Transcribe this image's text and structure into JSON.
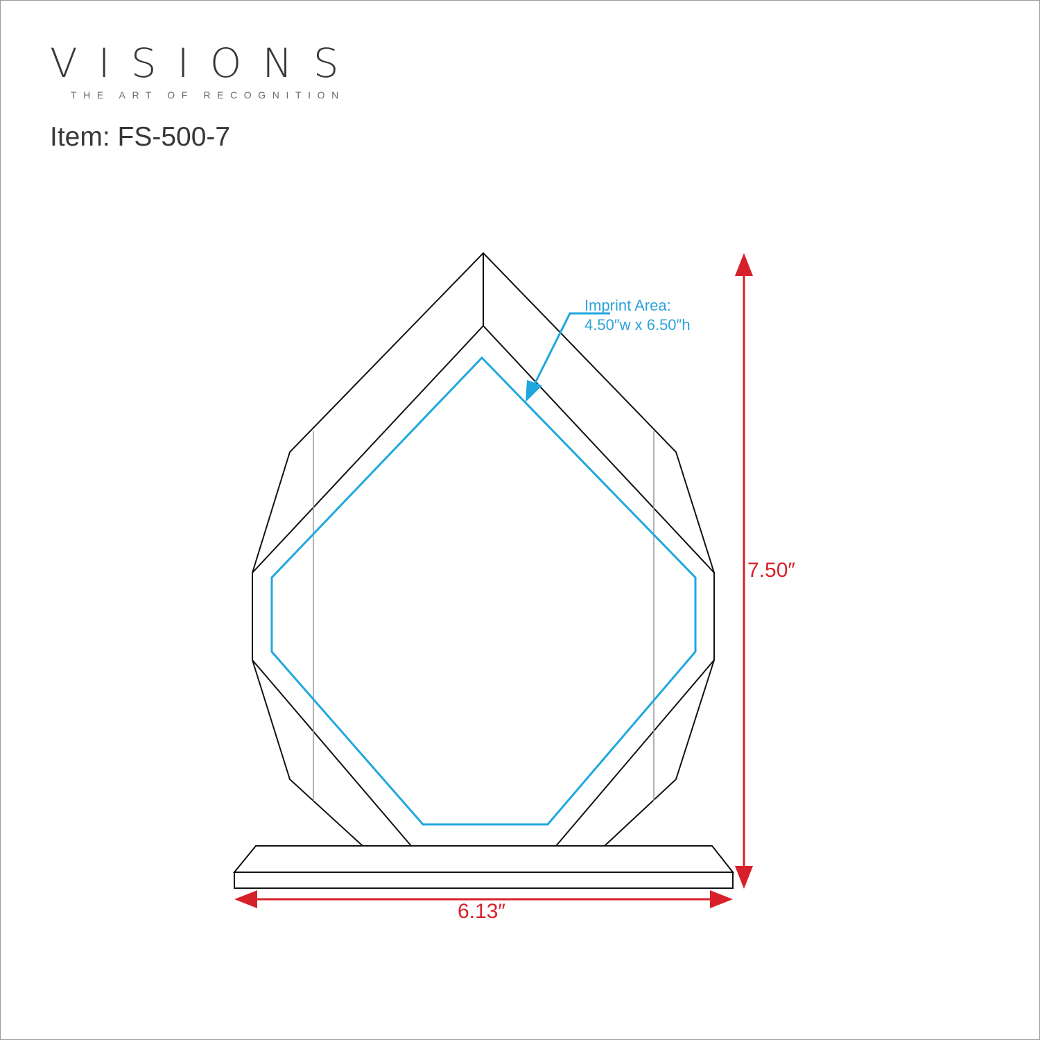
{
  "brand": {
    "name": "VISIONS",
    "tagline": "THE ART OF RECOGNITION"
  },
  "item": "Item: FS-500-7",
  "imprint": {
    "title": "Imprint Area:",
    "size": "4.50″w x 6.50″h"
  },
  "dimensions": {
    "height": "7.50″",
    "width": "6.13″"
  },
  "colors": {
    "outline": "#111111",
    "imprint": "#1fa7df",
    "dimension": "#d7202a",
    "text": "#3a3633"
  }
}
